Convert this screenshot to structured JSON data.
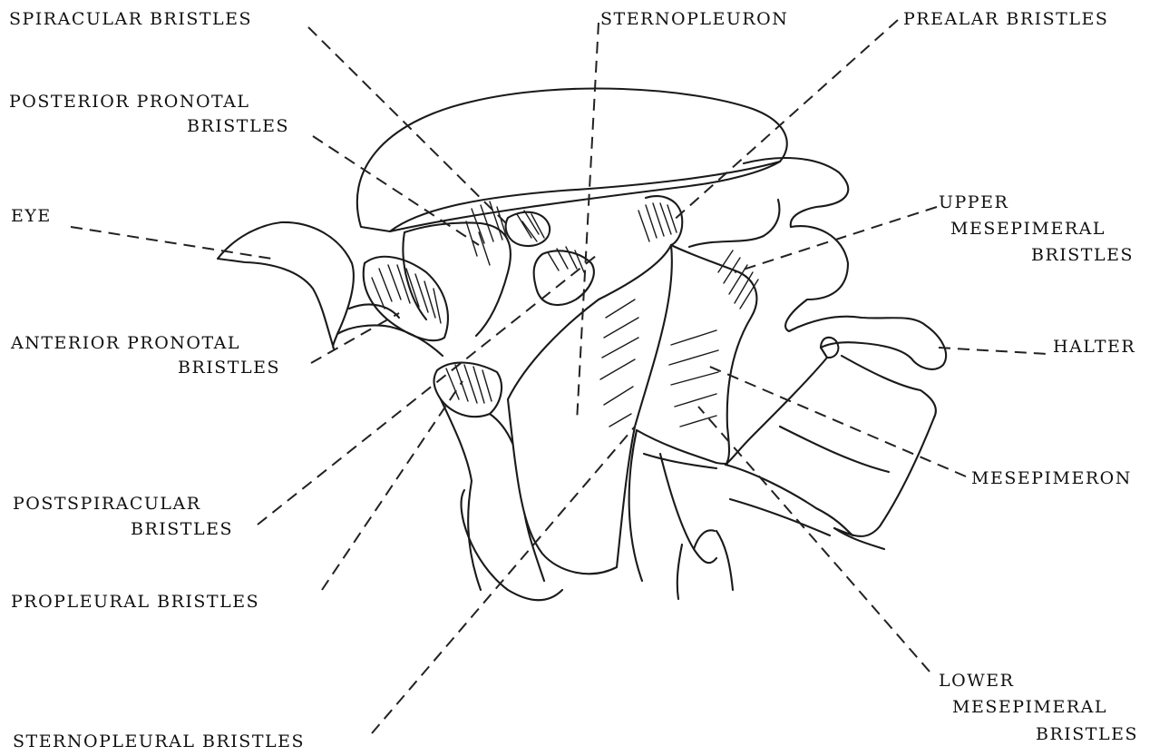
{
  "labels": {
    "spiracular_bristles": "SPIRACULAR BRISTLES",
    "posterior_pronotal_bristles_1": "POSTERIOR PRONOTAL",
    "posterior_pronotal_bristles_2": "BRISTLES",
    "eye": "EYE",
    "anterior_pronotal_bristles_1": "ANTERIOR PRONOTAL",
    "anterior_pronotal_bristles_2": "BRISTLES",
    "postspiracular_bristles_1": "POSTSPIRACULAR",
    "postspiracular_bristles_2": "BRISTLES",
    "propleural_bristles": "PROPLEURAL BRISTLES",
    "sternopleural_bristles": "STERNOPLEURAL BRISTLES",
    "sternopleuron": "STERNOPLEURON",
    "prealar_bristles": "PREALAR BRISTLES",
    "upper_mesepimeral_bristles_1": "UPPER",
    "upper_mesepimeral_bristles_2": "MESEPIMERAL",
    "upper_mesepimeral_bristles_3": "BRISTLES",
    "halter": "HALTER",
    "mesepimeron": "MESEPIMERON",
    "lower_mesepimeral_bristles_1": "LOWER",
    "lower_mesepimeral_bristles_2": "MESEPIMERAL",
    "lower_mesepimeral_bristles_3": "BRISTLES"
  }
}
